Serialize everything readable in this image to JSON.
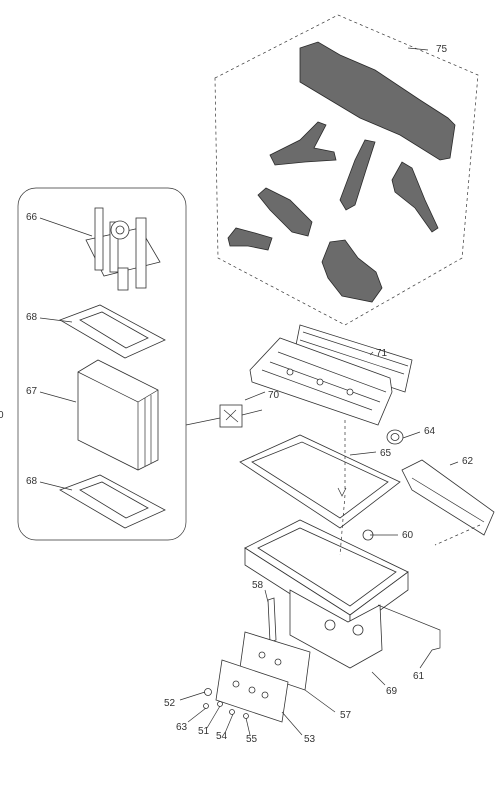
{
  "diagram": {
    "labels": {
      "log_set": "75",
      "burner_top": "71",
      "burner": "70",
      "knob": "64",
      "glass_gasket": "65",
      "side_panel": "62",
      "valve_assembly": "66",
      "gasket_upper": "68",
      "valve_box": "67",
      "gasket_lower": "68",
      "fitting": "60",
      "bracket": "58",
      "rod": "61",
      "front_plate": "57",
      "control_plate": "53",
      "part_52": "52",
      "part_63": "63",
      "part_51": "51",
      "part_54": "54",
      "part_55": "55",
      "part_69": "69",
      "edge_marker": "0"
    }
  }
}
